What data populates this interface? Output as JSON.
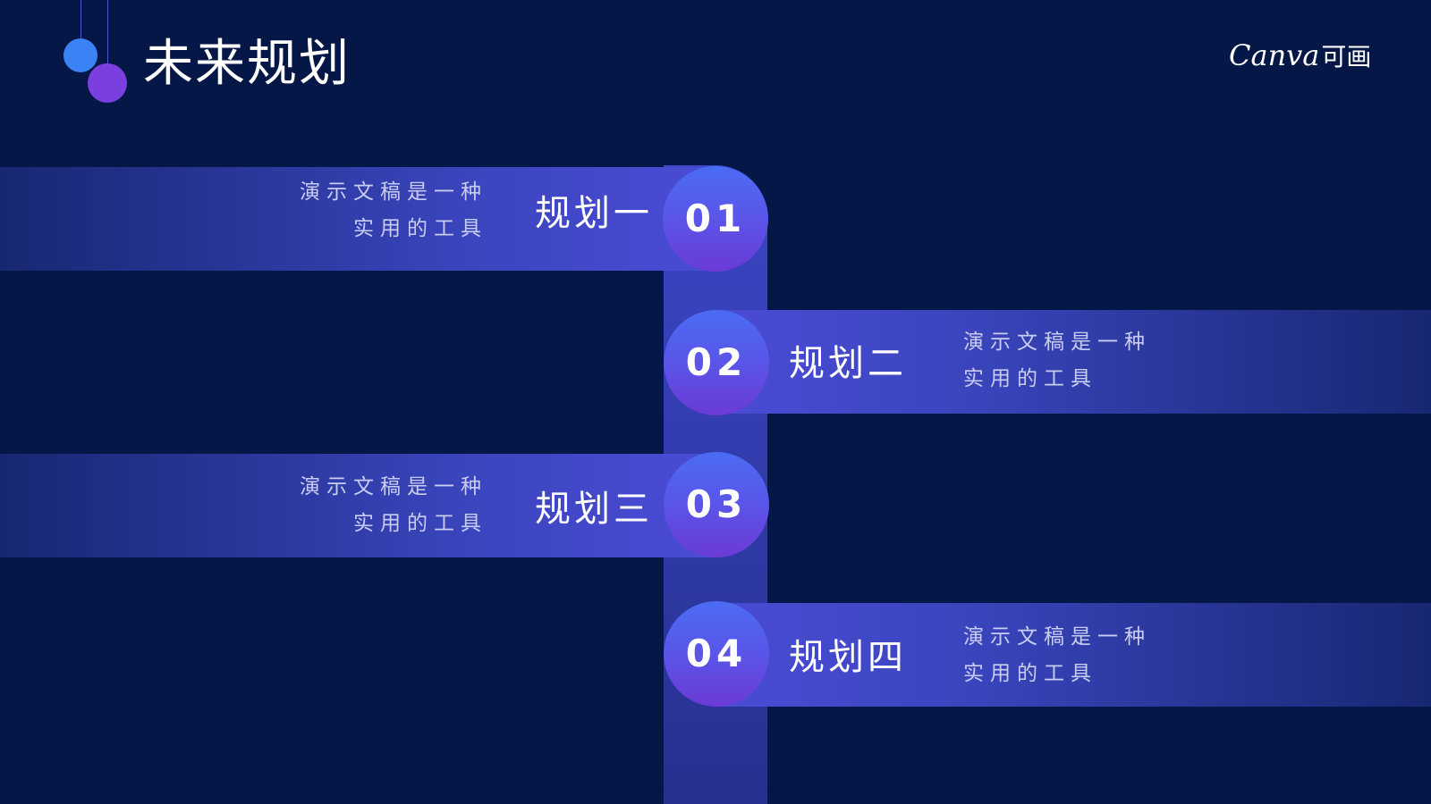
{
  "slide": {
    "title": "未来规划",
    "logo_text": "Canva",
    "logo_mark": "可画"
  },
  "items": [
    {
      "number": "01",
      "label": "规划一",
      "desc_line1": "演示文稿是一种",
      "desc_line2": "实用的工具"
    },
    {
      "number": "02",
      "label": "规划二",
      "desc_line1": "演示文稿是一种",
      "desc_line2": "实用的工具"
    },
    {
      "number": "03",
      "label": "规划三",
      "desc_line1": "演示文稿是一种",
      "desc_line2": "实用的工具"
    },
    {
      "number": "04",
      "label": "规划四",
      "desc_line1": "演示文稿是一种",
      "desc_line2": "实用的工具"
    }
  ],
  "colors": {
    "background": "#041747",
    "band_accent": "#4b4cd6",
    "circle_top": "#4a6cf4",
    "circle_bottom": "#6b3ad6",
    "dot_blue": "#3b82f6",
    "dot_purple": "#7b3fe0"
  }
}
